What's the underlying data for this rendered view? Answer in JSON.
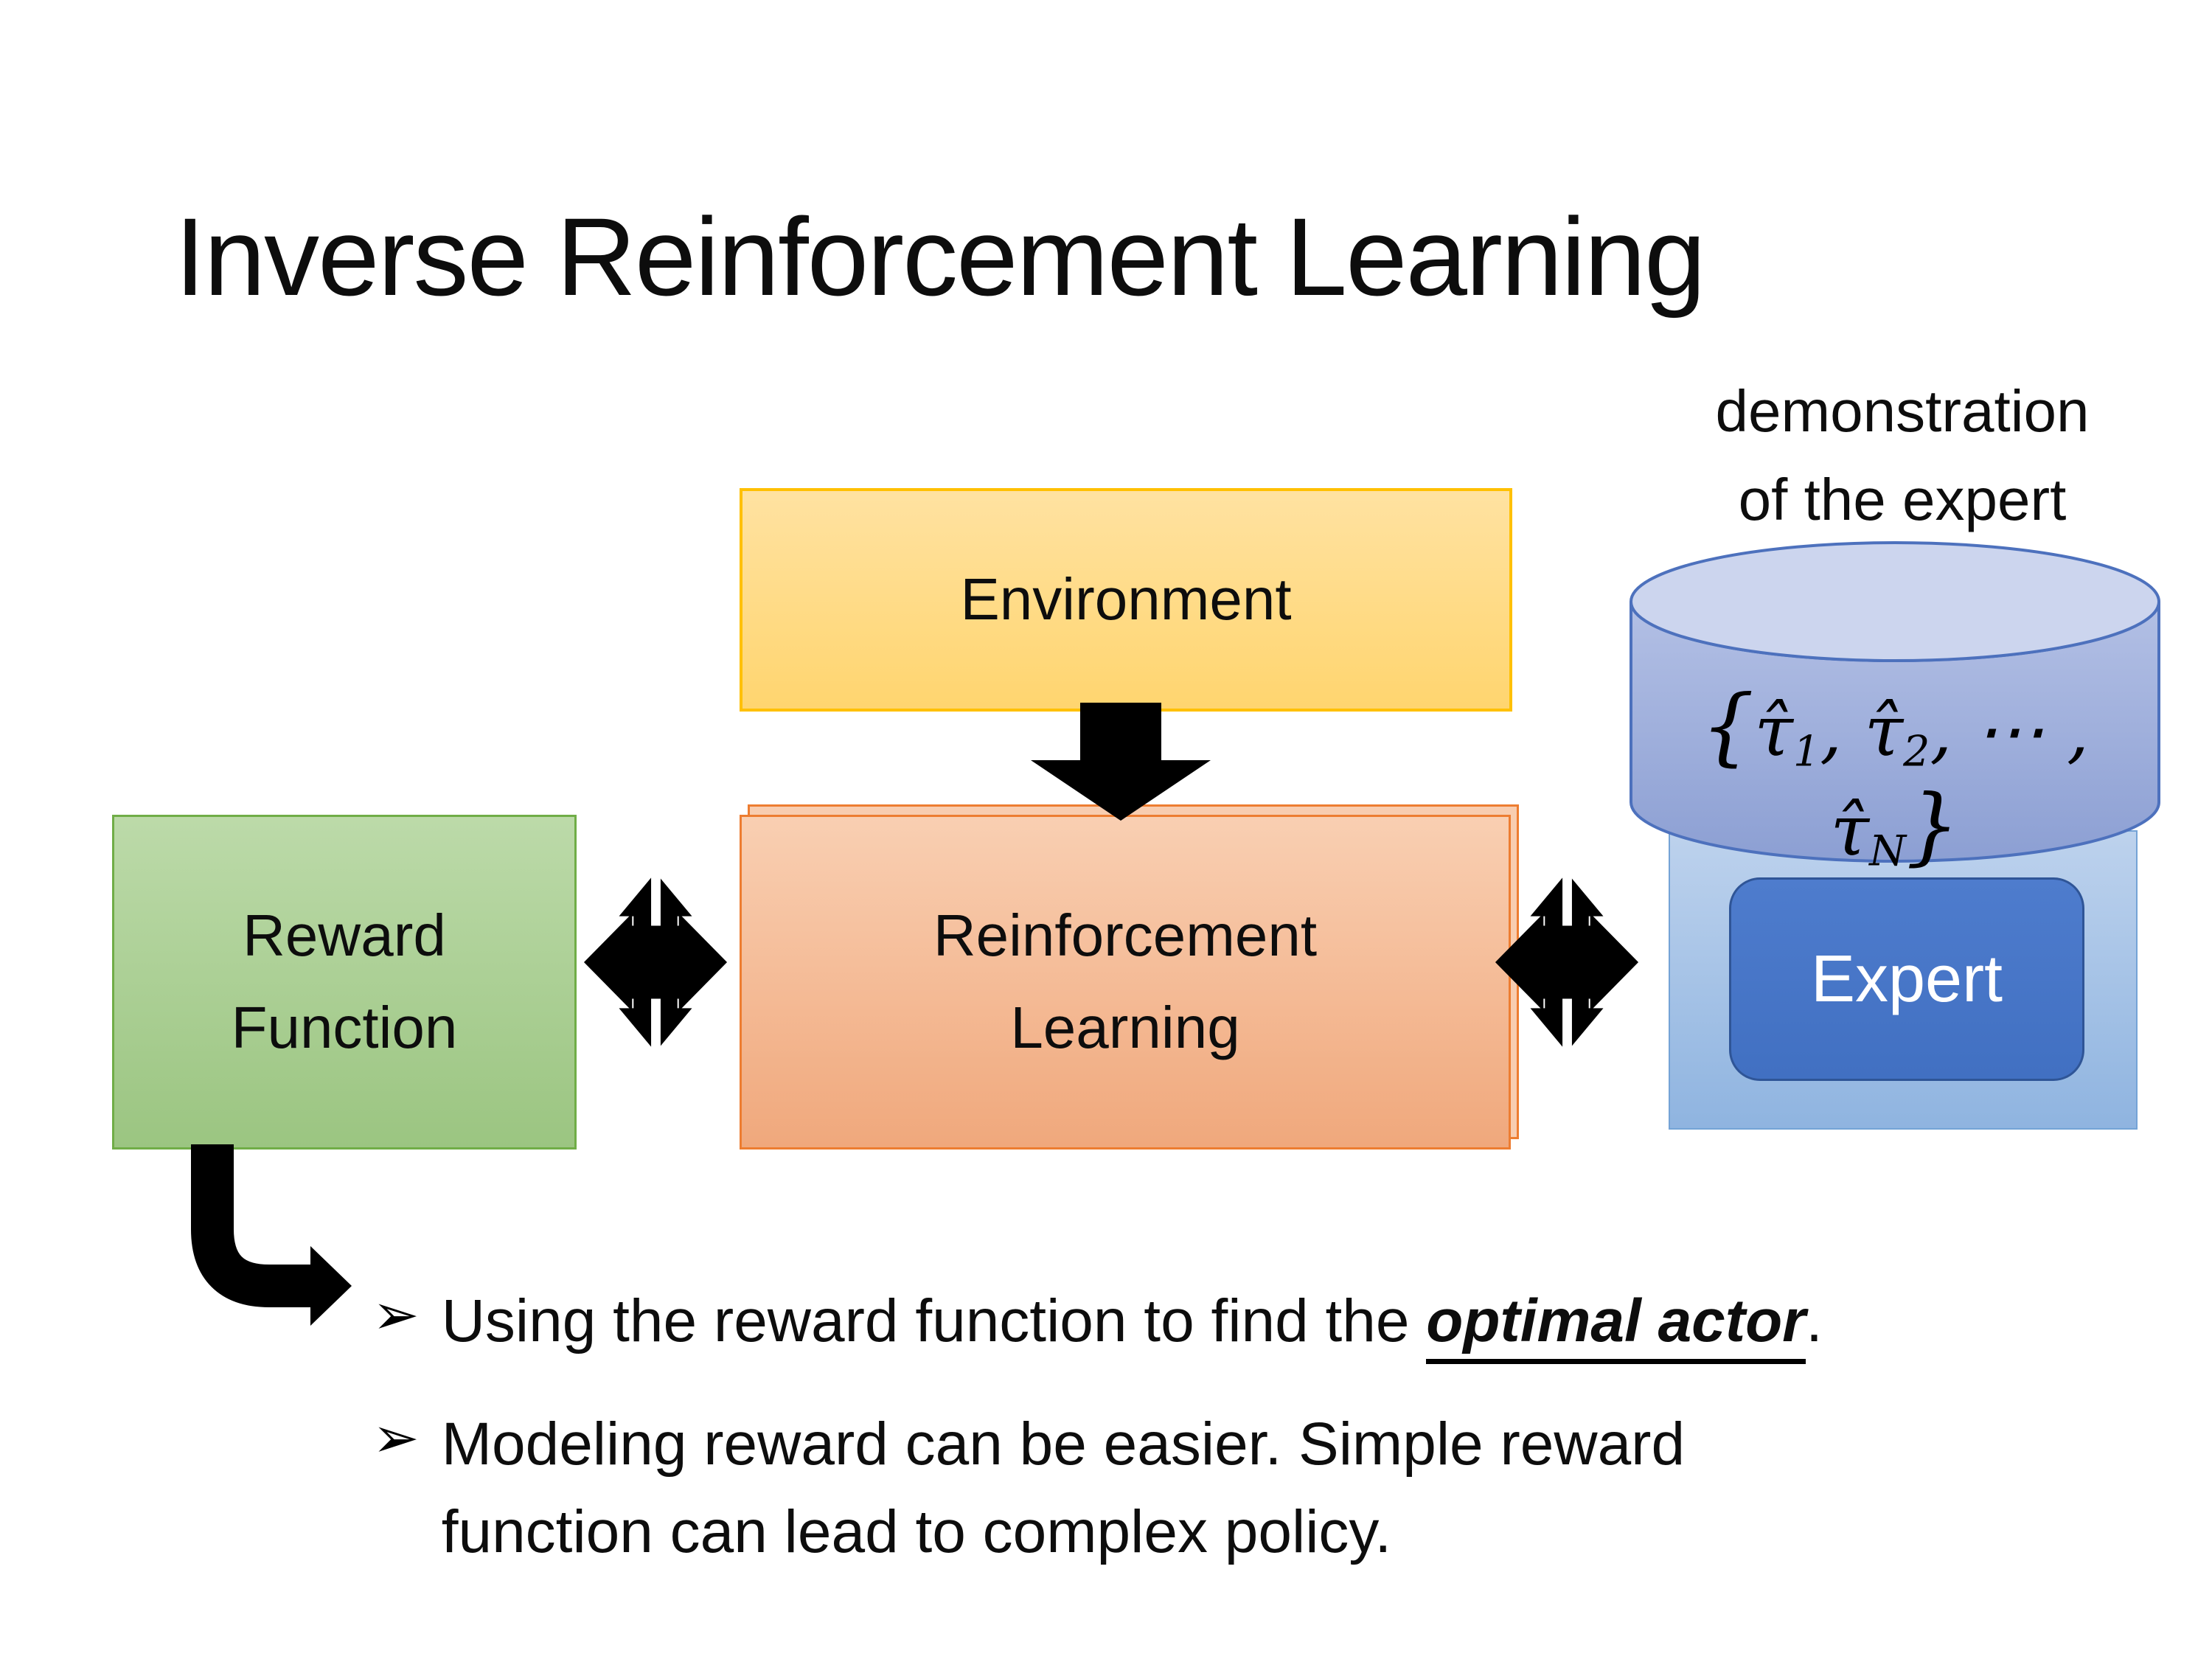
{
  "title": "Inverse Reinforcement Learning",
  "demo": {
    "line1": "demonstration",
    "line2": "of the expert"
  },
  "boxes": {
    "environment": "Environment",
    "reward_line1": "Reward",
    "reward_line2": "Function",
    "rl_line1": "Reinforcement",
    "rl_line2": "Learning",
    "expert": "Expert"
  },
  "formula": {
    "open": "{",
    "tau": "τ̂",
    "sub1": "1",
    "sep1": ", ",
    "sub2": "2",
    "sep2": ", ⋯ , ",
    "subN": "N",
    "close": "}"
  },
  "bullets": {
    "marker": "➢",
    "b1_pre": "Using the reward function to find the ",
    "b1_em": "optimal actor",
    "b1_post": ".",
    "b2": "Modeling reward can be easier. Simple reward function can lead to complex policy."
  },
  "icons": {
    "down_arrow": "down-block-arrow",
    "double_arrow": "double-headed-exchange-arrow",
    "elbow_arrow": "elbow-right-arrow",
    "cylinder": "database-cylinder"
  },
  "colors": {
    "env_border": "#FFC000",
    "env_fill": "#FFD966",
    "rl_border": "#ED7D31",
    "rl_fill": "#F4B183",
    "reward_border": "#70AD47",
    "reward_fill": "#A9D18E",
    "expert_fill": "#4472C4",
    "expert_border": "#2F5597",
    "container_fill": "#9DC3E6",
    "cylinder_fill": "#8FAADC",
    "arrow_black": "#000000",
    "text": "#000000"
  }
}
